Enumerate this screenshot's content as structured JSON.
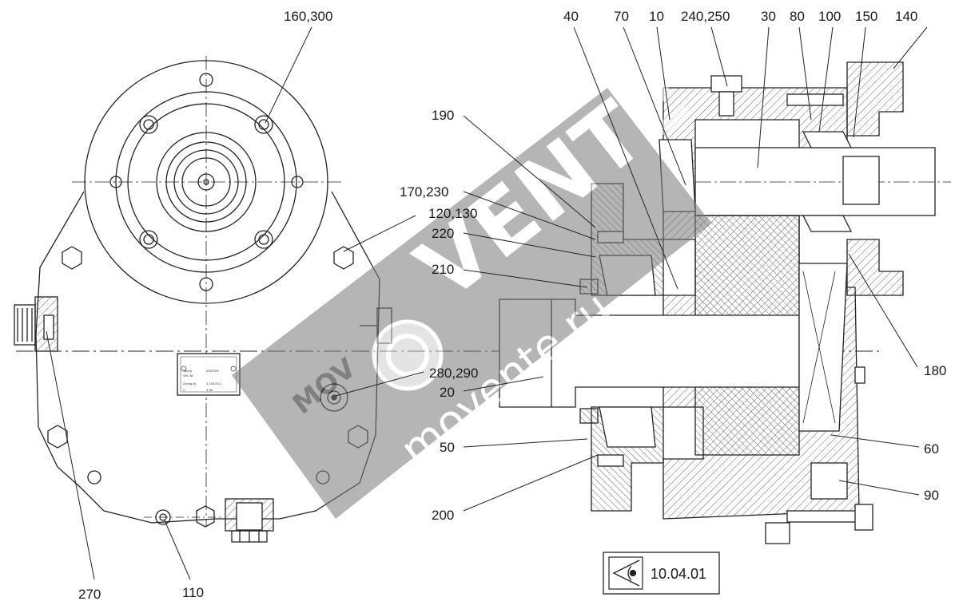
{
  "callouts": {
    "c160_300": "160,300",
    "c40": "40",
    "c70": "70",
    "c10": "10",
    "c240_250": "240,250",
    "c30": "30",
    "c80": "80",
    "c100": "100",
    "c150": "150",
    "c140": "140",
    "c190": "190",
    "c170_230": "170,230",
    "c120_130": "120,130",
    "c220": "220",
    "c210": "210",
    "c280_290": "280,290",
    "c20": "20",
    "c180": "180",
    "c50": "50",
    "c60": "60",
    "c90": "90",
    "c200": "200",
    "c270": "270",
    "c110": "110"
  },
  "reference": {
    "code": "10.04.01",
    "icon": "eye-view-icon"
  },
  "watermark": {
    "brand_big": "VENTE",
    "brand_small": "movente.ru",
    "logo_letters": "MOV",
    "color": "#7a7a7a"
  },
  "nameplate": {
    "lines": [
      "Teil-Nr",
      "Ser.-Nr.",
      "Zchng.Nr.",
      "i="
    ],
    "values": [
      "2997029",
      "",
      "3.145.03.1",
      "3.38"
    ]
  }
}
